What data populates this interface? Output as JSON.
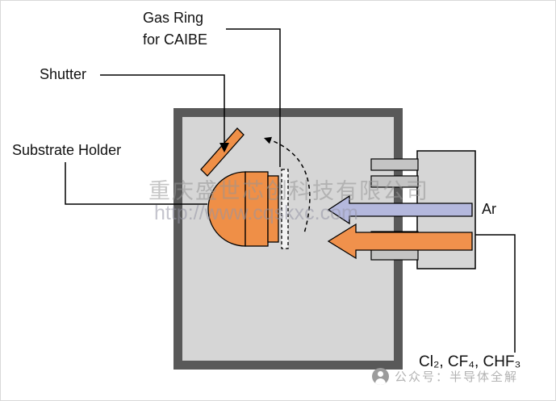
{
  "labels": {
    "gas_ring_line1": "Gas Ring",
    "gas_ring_line2": "for CAIBE",
    "shutter": "Shutter",
    "substrate_holder": "Substrate Holder",
    "ar_beam": "Ar",
    "etch_gases": "Cl₂, CF₄, CHF₃"
  },
  "watermark": {
    "line1": "重庆盛世芯创科技有限公司",
    "line2": "http://www.cqskxc.com"
  },
  "footer": {
    "wechat_account": "公众号：半导体全解"
  },
  "colors": {
    "chamber_border": "#595959",
    "chamber_fill": "#d6d6d6",
    "component_orange": "#ef8f47",
    "ar_arrow_blue": "#b4b8dd",
    "gas_arrow_orange": "#f0914c",
    "grid_gray": "#c4c4c4",
    "gas_ring_fill": "#f2f2f2",
    "line_black": "#000000"
  }
}
